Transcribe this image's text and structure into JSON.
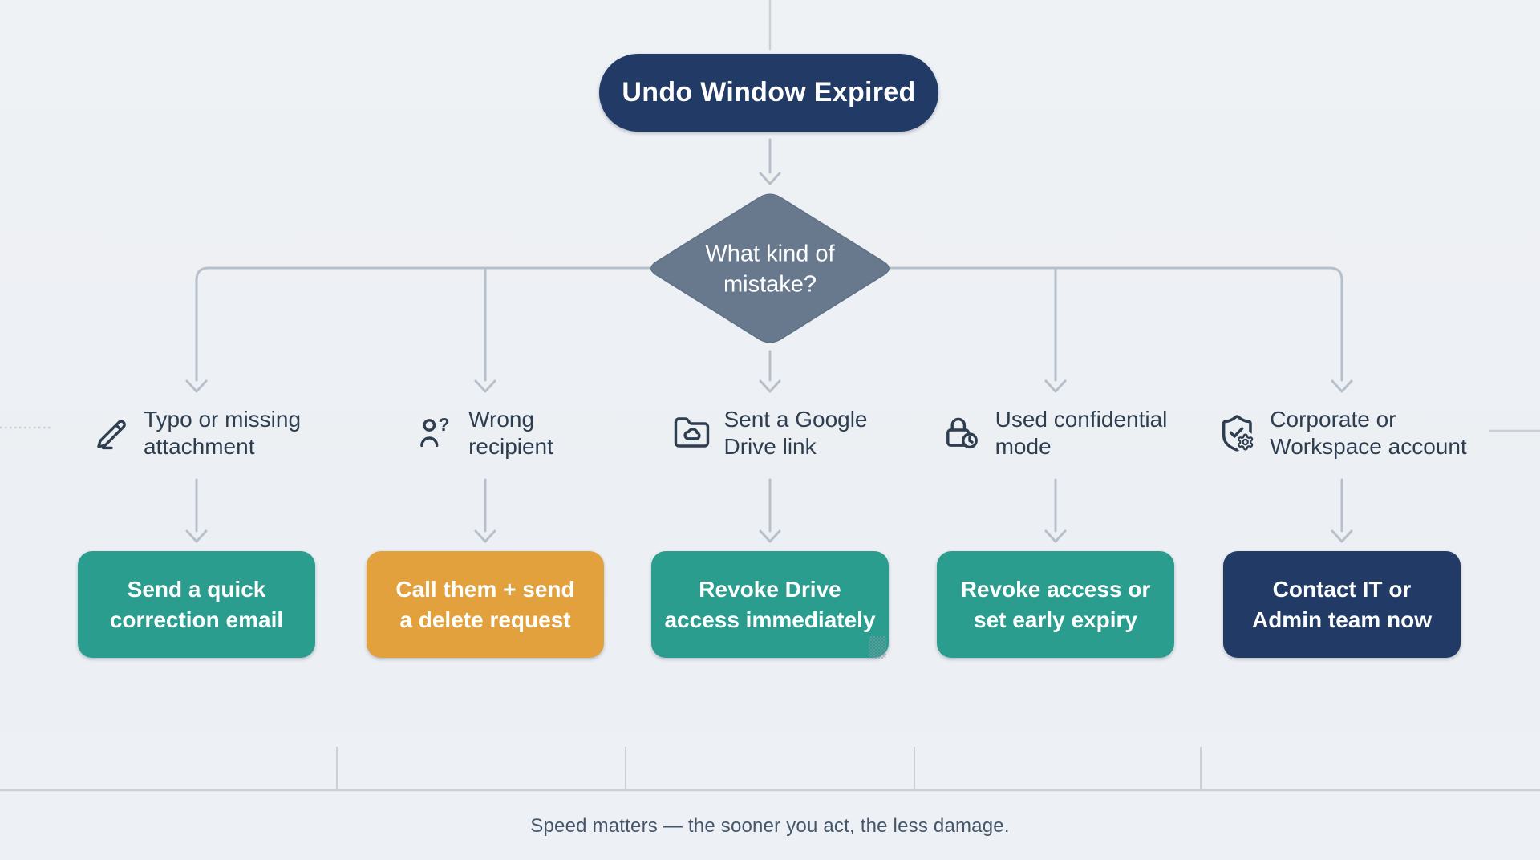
{
  "flowchart": {
    "start": {
      "label": "Undo Window Expired"
    },
    "decision": {
      "line1": "What kind of",
      "line2": "mistake?"
    },
    "branches": [
      {
        "icon": "pencil-icon",
        "label_line1": "Typo or missing",
        "label_line2": "attachment",
        "action_line1": "Send a quick",
        "action_line2": "correction email",
        "action_color": "#2a9d8f"
      },
      {
        "icon": "person-question-icon",
        "label_line1": "Wrong",
        "label_line2": "recipient",
        "action_line1": "Call them + send",
        "action_line2": "a delete request",
        "action_color": "#e2a13c"
      },
      {
        "icon": "folder-cloud-icon",
        "label_line1": "Sent a Google",
        "label_line2": "Drive link",
        "action_line1": "Revoke Drive",
        "action_line2": "access immediately",
        "action_color": "#2a9d8f"
      },
      {
        "icon": "lock-clock-icon",
        "label_line1": "Used confidential",
        "label_line2": "mode",
        "action_line1": "Revoke access or",
        "action_line2": "set early expiry",
        "action_color": "#2a9d8f"
      },
      {
        "icon": "shield-gear-icon",
        "label_line1": "Corporate or",
        "label_line2": "Workspace account",
        "action_line1": "Contact IT or",
        "action_line2": "Admin team now",
        "action_color": "#213a66"
      }
    ],
    "footer": "Speed matters — the sooner you act, the less damage."
  },
  "colors": {
    "background": "#edf0f4",
    "start_node": "#213a66",
    "decision_node": "#68798e",
    "action_teal": "#2a9d8f",
    "action_orange": "#e2a13c",
    "action_navy": "#213a66",
    "connector": "#b7c0ca",
    "guide_line": "#c9d0d8",
    "label_text": "#2e3e50",
    "footer_text": "#45566b"
  }
}
